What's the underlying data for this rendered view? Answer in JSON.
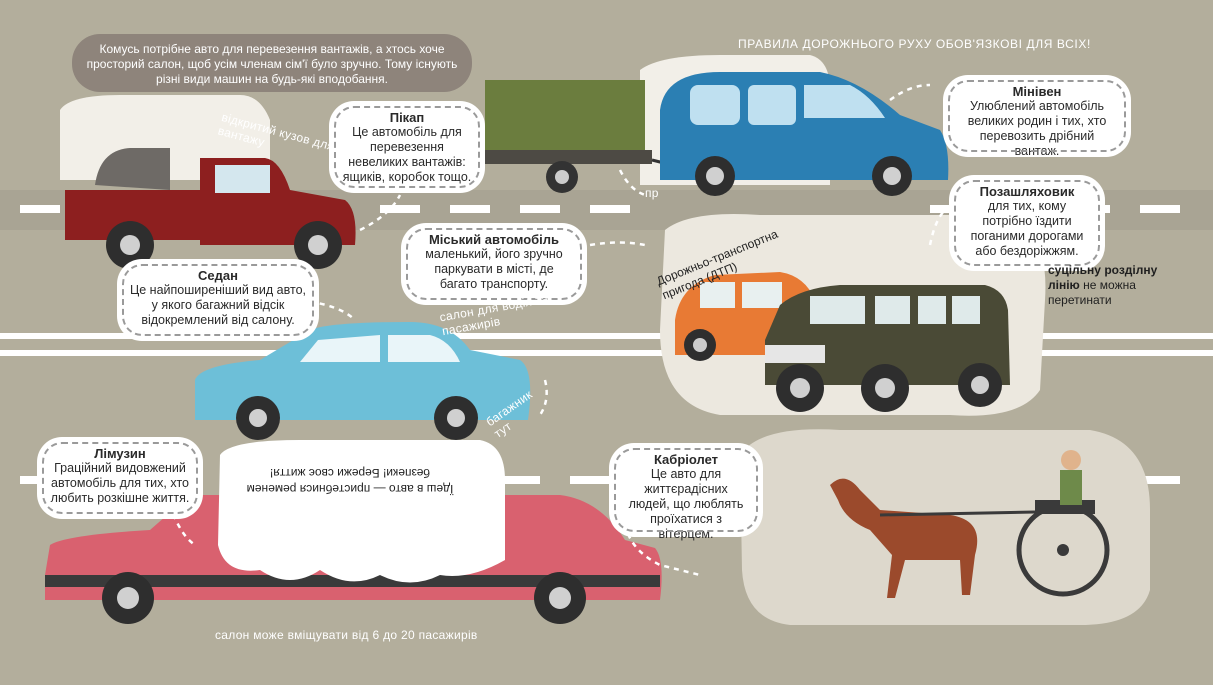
{
  "intro_text": "Комусь потрібне авто для перевезення вантажів, а хтось хоче просторий салон, щоб усім членам сім'ї було зручно. Тому існують різні види машин на будь-які вподобання.",
  "page_title": "ПРАВИЛА ДОРОЖНЬОГО РУХУ ОБОВ'ЯЗКОВІ ДЛЯ ВСІХ!",
  "pickup": {
    "title": "Пікап",
    "text": "Це автомобіль для перевезення невеликих вантажів: ящиків, коробок тощо.",
    "label": "відкритий кузов для вантажу"
  },
  "minivan": {
    "title": "Мінівен",
    "text": "Улюблений автомобіль великих родин і тих, хто перевозить дрібний вантаж.",
    "trailer_label": "пр"
  },
  "offroad": {
    "title": "Позашляховик",
    "text": "для тих, кому потрібно їздити поганими дорогами або бездоріжжям."
  },
  "city_car": {
    "title": "Міський автомобіль",
    "text": "маленький, його зручно паркувати в місті, де багато транспорту."
  },
  "sedan": {
    "title": "Седан",
    "text": "Це найпоширеніший вид авто, у якого багажний відсік відокремлений від салону.",
    "label_cabin": "салон для водія та пасажирів",
    "label_trunk": "багажник тут"
  },
  "accident_label": "Дорожньо-транспортна пригода (ДТП)",
  "solid_line": {
    "bold": "суцільну розділну лінію",
    "rest": "не можна перетинати"
  },
  "limousine": {
    "title": "Лімузин",
    "text": "Граційний видовжений автомобіль для тих, хто любить розкішне життя.",
    "label": "салон може вміщувати від 6 до 20 пасажирів"
  },
  "seatbelt_warning": "Їдеш в авто — пристебнися ременем безпеки! Бережи своє життя!",
  "cabriolet": {
    "title": "Кабріолет",
    "text": "Це авто для життєрадісних людей, що люблять проїхатися з вітерцем."
  },
  "colors": {
    "background": "#b3ae9c",
    "pickup": "#8d1f1f",
    "minivan": "#2b7fb3",
    "sedan": "#6dbfd8",
    "limousine": "#d9616f",
    "city_car": "#e87a34",
    "offroad": "#4a4a36",
    "horse": "#9b4a2c"
  }
}
